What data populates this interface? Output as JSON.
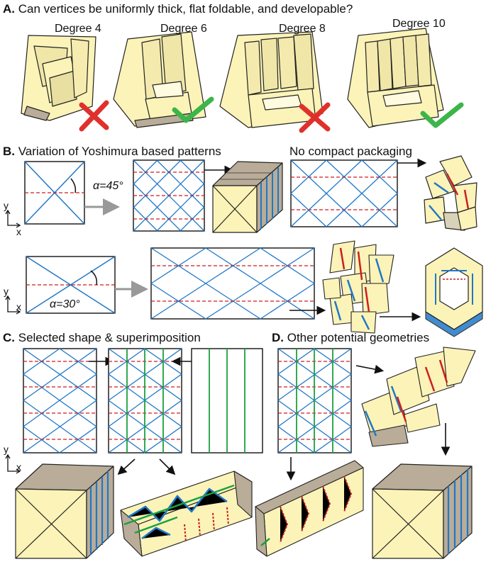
{
  "panel_a": {
    "letter": "A.",
    "title": "Can vertices be uniformly thick, flat foldable, and developable?",
    "degrees": [
      "Degree 4",
      "Degree 6",
      "Degree 8",
      "Degree 10"
    ],
    "verdicts": [
      "cross",
      "check",
      "cross",
      "check"
    ]
  },
  "panel_b": {
    "letter": "B.",
    "title": "Variation of Yoshimura based patterns",
    "subtitle": "No compact packaging",
    "angle_top": "α=45°",
    "angle_bottom": "α=30°",
    "axis_y": "y",
    "axis_x": "x"
  },
  "panel_c": {
    "letter": "C.",
    "title": "Selected shape & superimposition",
    "axis_y": "y",
    "axis_x": "x"
  },
  "panel_d": {
    "letter": "D.",
    "title": "Other potential geometries"
  },
  "colors": {
    "panel_fill": "#fbf3b8",
    "panel_side": "#b9ac98",
    "crease_blue": "#1f78c8",
    "crease_red": "#cc1f1f",
    "crease_green": "#1aa040",
    "cross_red": "#e0302c",
    "check_green": "#3cb549",
    "arrow_grey": "#999999"
  }
}
